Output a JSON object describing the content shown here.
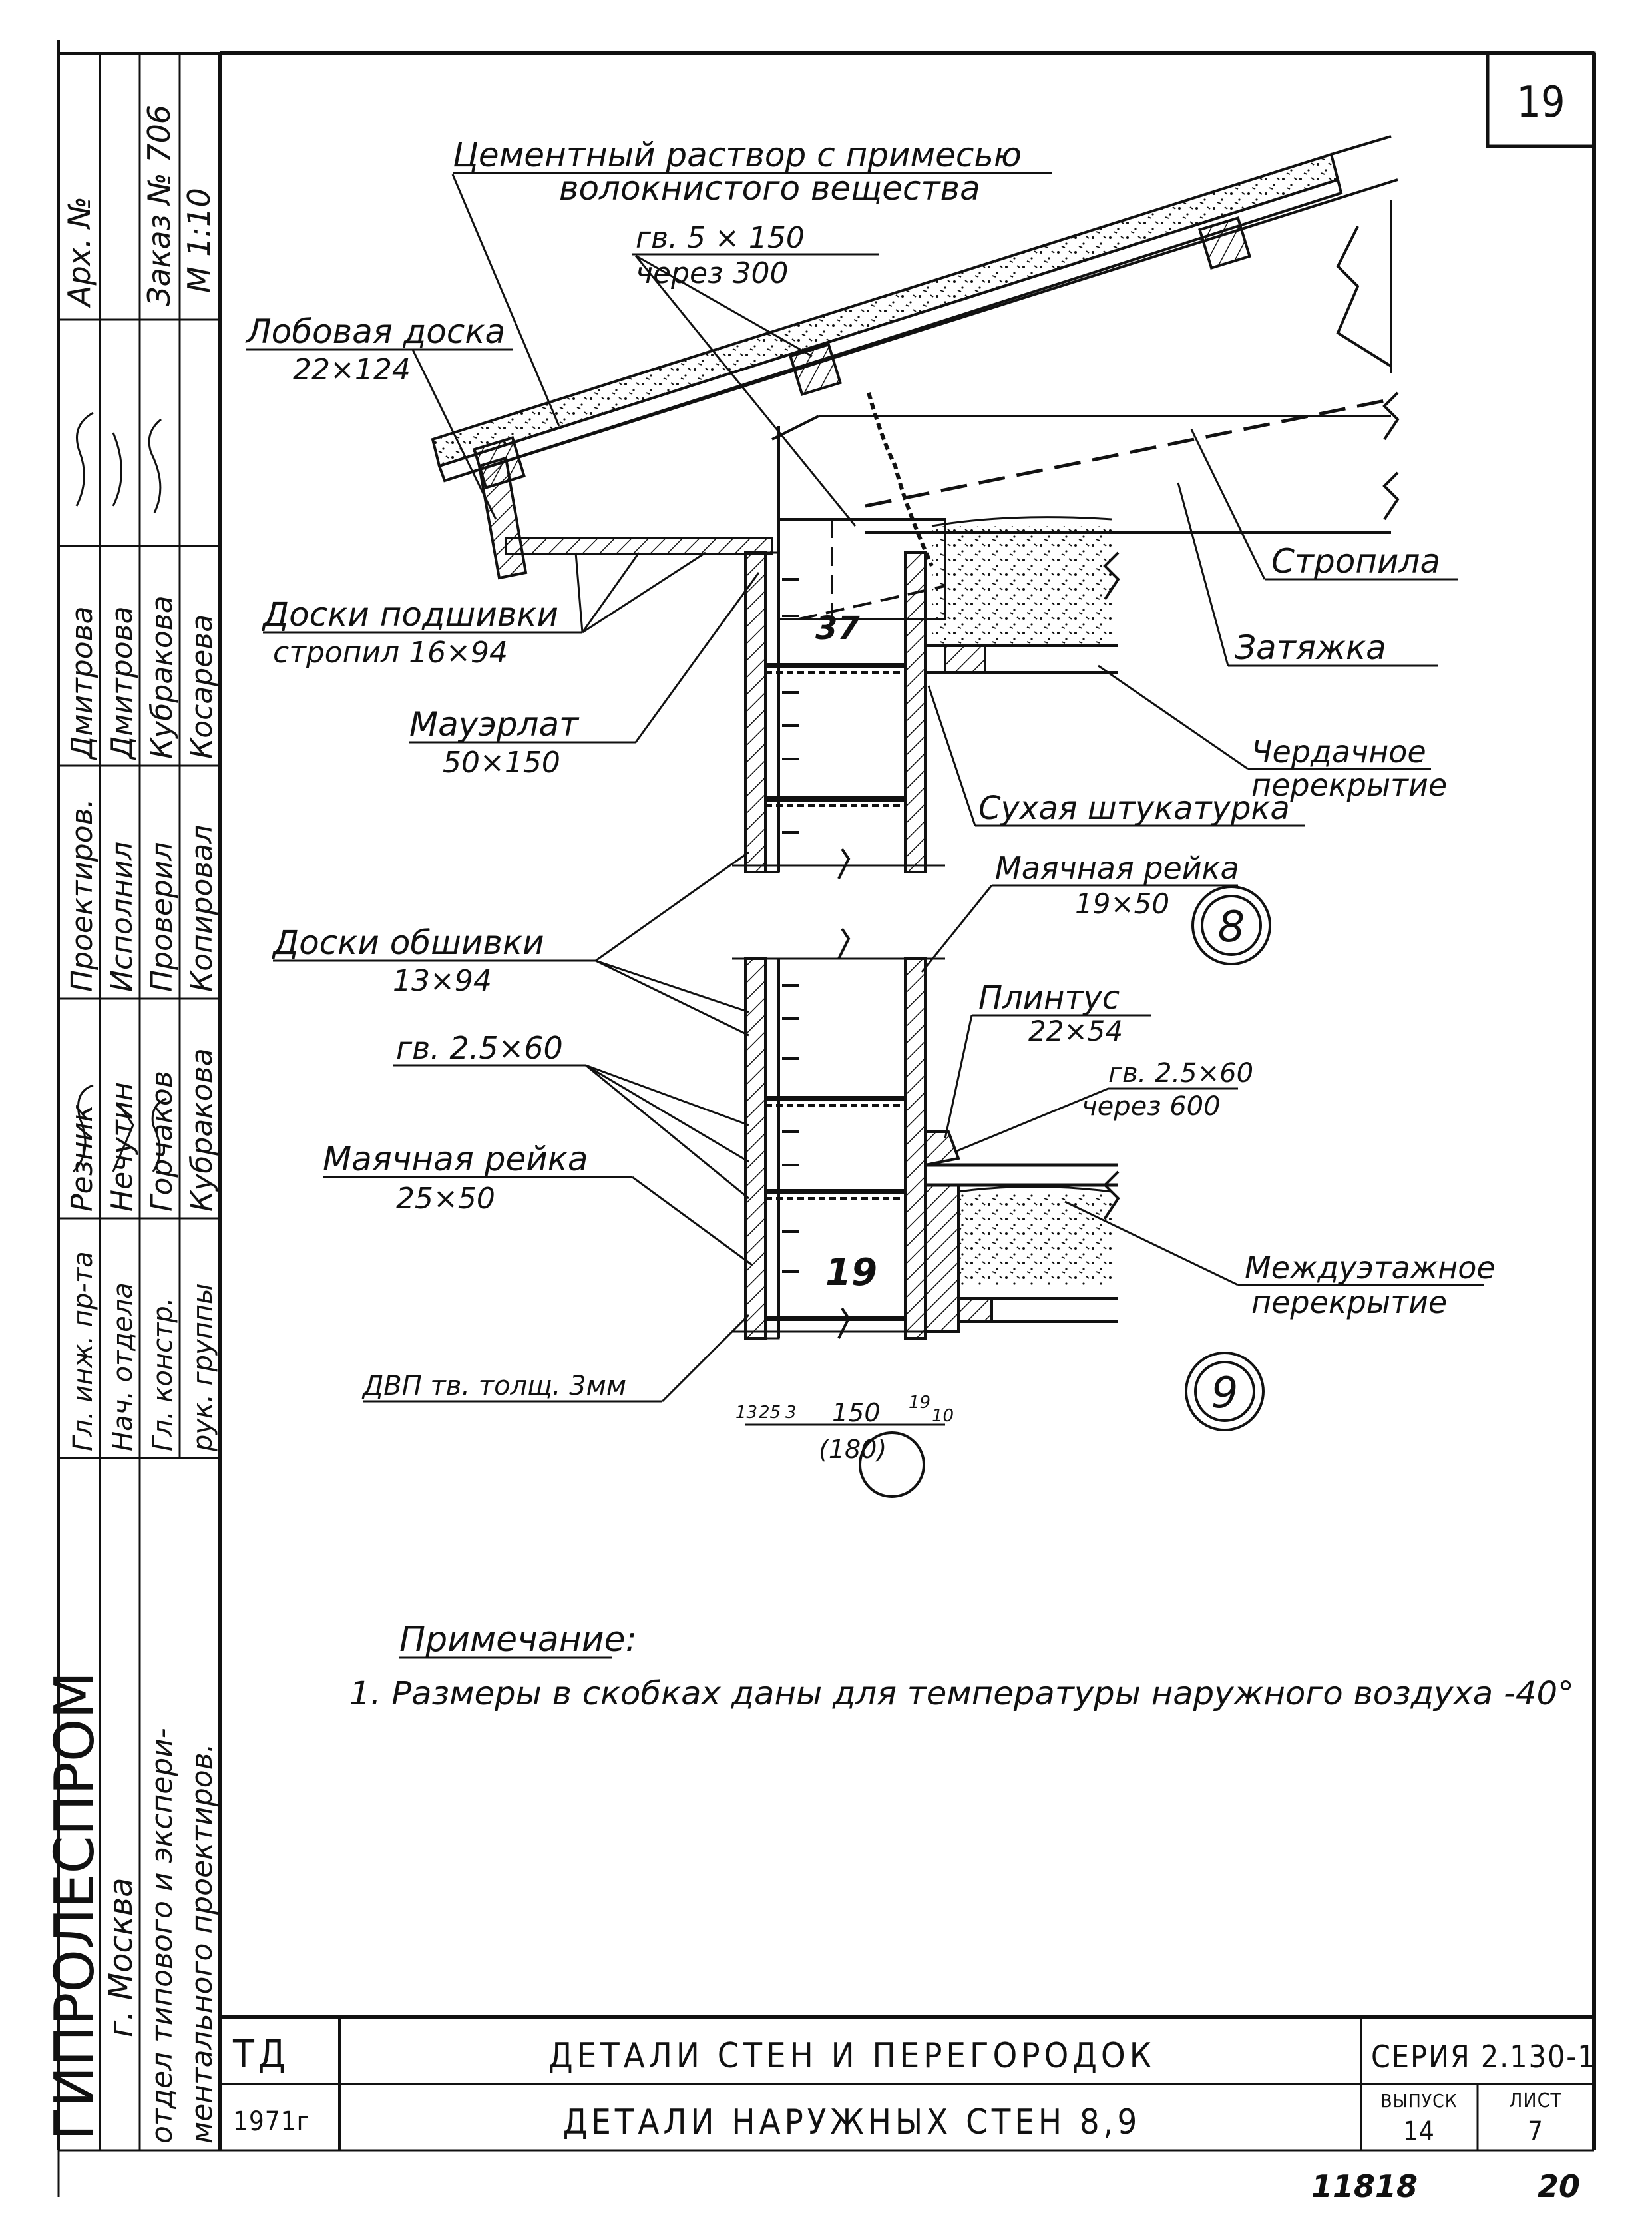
{
  "page_number": "19",
  "stamp": {
    "org": "ГИПРОЛЕСПРОМ",
    "city": "г. Москва",
    "dept_line1": "отдел типового и экспери-",
    "dept_line2": "ментального проектиров.",
    "roles": [
      "Гл. инж. пр-та",
      "Нач. отдела",
      "Гл. констр.",
      "рук. группы",
      "Проектиров.",
      "Исполнил",
      "Проверил",
      "Копировал"
    ],
    "names": [
      "Резник",
      "Нечутин",
      "Горчаков",
      "Кубракова",
      "Дмитрова",
      "Дмитрова",
      "Кубракова",
      "Косарева"
    ],
    "archive": "Арх. №",
    "order": "Заказ № 706",
    "scale": "М 1:10"
  },
  "callouts": {
    "cement": [
      "Цементный раствор с примесью",
      "волокнистого вещества"
    ],
    "nails_top": [
      "гв. 5 × 150",
      "через 300"
    ],
    "fascia": [
      "Лобовая доска",
      "22×124"
    ],
    "soffit": [
      "Доски подшивки",
      "стропил 16×94"
    ],
    "wall_plate": [
      "Мауэрлат",
      "50×150"
    ],
    "rafter": "Стропила",
    "tie_beam": "Затяжка",
    "attic_floor": [
      "Чердачное",
      "перекрытие"
    ],
    "dry_plaster": "Сухая штукатурка",
    "guide_lath1": [
      "Маячная рейка",
      "19×50"
    ],
    "cladding": [
      "Доски обшивки",
      "13×94"
    ],
    "nails_mid": "гв. 2.5×60",
    "baseboard": [
      "Плинтус",
      "22×54"
    ],
    "nails_baseboard": [
      "гв. 2.5×60",
      "через 600"
    ],
    "guide_lath2": [
      "Маячная рейка",
      "25×50"
    ],
    "interfloor": [
      "Междуэтажное",
      "перекрытие"
    ],
    "fiberboard": "ДВП тв. толщ. 3мм"
  },
  "markers": {
    "m37": "37",
    "m19": "19",
    "detail8": "8",
    "detail9": "9"
  },
  "dims": {
    "d1": "13",
    "d2": "25",
    "d3": "3",
    "d150": "150",
    "d180": "(180)",
    "d19": "19",
    "d10": "10"
  },
  "note": {
    "title": "Примечание:",
    "text": "1. Размеры в скобках даны для температуры наружного воздуха -40°"
  },
  "title_block": {
    "code": "ТД",
    "year": "1971г",
    "title1": "ДЕТАЛИ СТЕН И ПЕРЕГОРОДОК",
    "title2": "ДЕТАЛИ НАРУЖНЫХ СТЕН 8,9",
    "series": "СЕРИЯ 2.130-1",
    "issue_label": "ВЫПУСК",
    "issue": "14",
    "sheet_label": "ЛИСТ",
    "sheet": "7"
  },
  "footer": {
    "left": "11818",
    "right": "20"
  }
}
